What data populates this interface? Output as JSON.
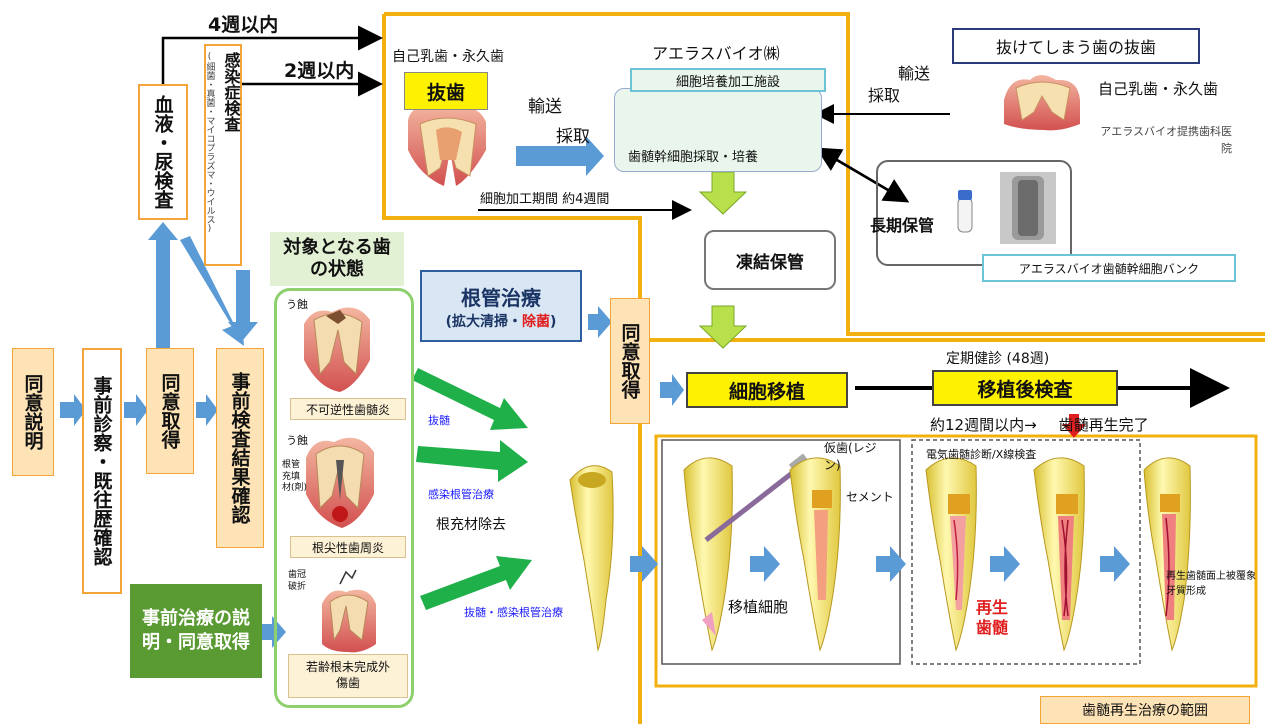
{
  "flow": {
    "consent_explain": "同意説明",
    "pre_exam": "事前診察・既往歴確認",
    "consent_1": "同意取得",
    "blood_urine": "血液・尿検査",
    "infection": "感染症検査",
    "infection_sub": "(細菌・真菌・マイコプラズマ・ウイルス)",
    "results": "事前検査結果確認",
    "pre_treatment": "事前治療の説明・同意取得",
    "four_weeks": "4週以内",
    "two_weeks": "2週以内"
  },
  "tooth_state": {
    "title": "対象となる歯の状態",
    "caries_1": "う蝕",
    "case_1": "不可逆性歯髄炎",
    "caries_2": "う蝕",
    "filling": "根管充填材(剤)",
    "case_2": "根尖性歯周炎",
    "fracture": "歯冠破折",
    "case_3": "若齢根未完成外傷歯"
  },
  "root_canal": {
    "title": "根管治療",
    "sub_a": "(拡大清掃・",
    "sub_b": "除菌",
    "sub_c": ")",
    "label_pulpectomy": "抜髄",
    "label_infected": "感染根管治療",
    "label_remove": "根充材除去",
    "label_both": "抜髄・感染根管治療"
  },
  "consent_2": "同意取得",
  "culture": {
    "company": "アエラスバイオ㈱",
    "own_teeth": "自己乳歯・永久歯",
    "extraction": "抜歯",
    "transport": "輸送",
    "collection": "採取",
    "facility": "細胞培養加工施設",
    "culture_text": "歯髄幹細胞採取・培養",
    "period": "細胞加工期間 約4週間",
    "frozen": "凍結保管"
  },
  "bank": {
    "lost_teeth": "抜けてしまう歯の抜歯",
    "transport": "輸送",
    "collection": "採取",
    "own_teeth": "自己乳歯・永久歯",
    "partner": "アエラスバイオ提携歯科医院",
    "long_term": "長期保管",
    "bank_name": "アエラスバイオ歯髄幹細胞バンク"
  },
  "regen": {
    "transplant": "細胞移植",
    "checkup_period": "定期健診 (48週)",
    "post_exam": "移植後検査",
    "complete": "約12週間以内→",
    "complete_b": "歯髄再生完了",
    "temp_crown": "仮歯(レジン)",
    "cement": "セメント",
    "tests": "電気歯髄診断/X線検査",
    "transplanted_cells": "移植細胞",
    "regen_pulp": "再生歯髄",
    "dentin": "再生歯髄面上被覆象牙質形成",
    "scope": "歯髄再生治療の範囲"
  },
  "colors": {
    "orange_fill": "#fde3b6",
    "orange_border": "#f4a53a",
    "gold_border": "#f2b10e",
    "yellow": "#fff200",
    "green_fill": "#5a9a32",
    "green_arrow": "#20b04a",
    "blue_arrow": "#5b9bd5"
  }
}
